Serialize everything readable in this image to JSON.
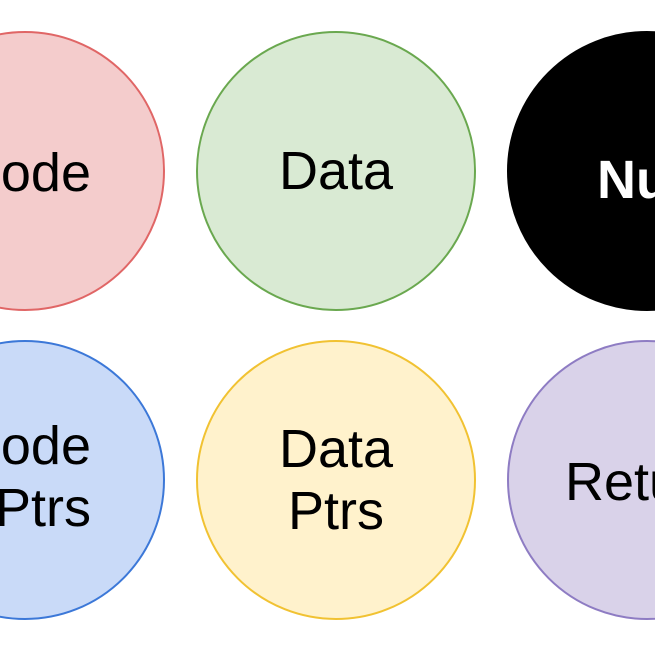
{
  "nodes": [
    {
      "id": "code",
      "text": [
        "Code"
      ],
      "fill": "#f4cccc",
      "stroke": "#e06666"
    },
    {
      "id": "data",
      "text": [
        "Data"
      ],
      "fill": "#d9ead3",
      "stroke": "#6aa84f"
    },
    {
      "id": "null",
      "text": [
        "Null"
      ],
      "fill": "#000000",
      "stroke": "#000000"
    },
    {
      "id": "code-ptrs",
      "text": [
        "Code",
        "Ptrs"
      ],
      "fill": "#c9daf8",
      "stroke": "#3c78d8"
    },
    {
      "id": "data-ptrs",
      "text": [
        "Data",
        "Ptrs"
      ],
      "fill": "#fff2cc",
      "stroke": "#f1c232"
    },
    {
      "id": "return",
      "text": [
        "Return"
      ],
      "fill": "#d9d2e9",
      "stroke": "#8e7cc3"
    }
  ]
}
